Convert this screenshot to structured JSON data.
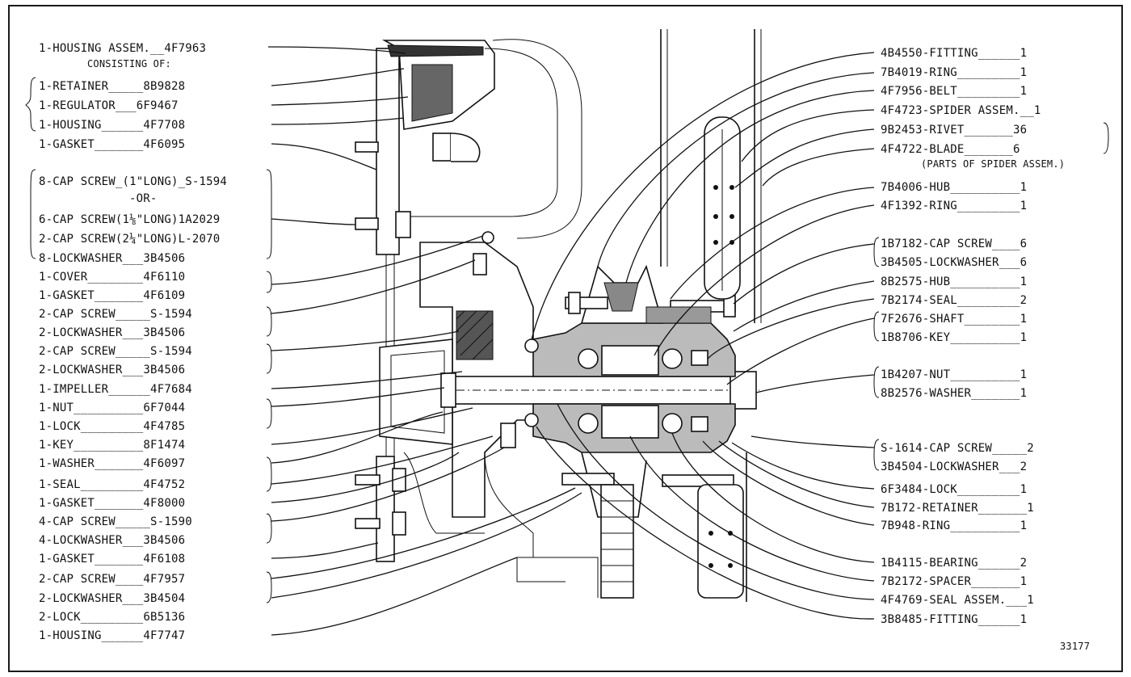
{
  "left_labels": [
    {
      "id": "l1",
      "text": "1-HOUSING ASSEM.__4F7963"
    },
    {
      "id": "l2",
      "text": "CONSISTING OF:"
    },
    {
      "id": "l3",
      "text": "1-RETAINER_____8B9828"
    },
    {
      "id": "l4",
      "text": "1-REGULATOR___6F9467"
    },
    {
      "id": "l5",
      "text": "1-HOUSING______4F7708"
    },
    {
      "id": "l6",
      "text": "1-GASKET_______4F6095"
    },
    {
      "id": "l7",
      "text": "8-CAP SCREW_(1\"LONG)_S-1594"
    },
    {
      "id": "l8",
      "text": "-OR-"
    },
    {
      "id": "l9",
      "text": "6-CAP SCREW(1⅛\"LONG)1A2029"
    },
    {
      "id": "l10",
      "text": "2-CAP SCREW(2¼\"LONG)L-2070"
    },
    {
      "id": "l11",
      "text": "8-LOCKWASHER___3B4506"
    },
    {
      "id": "l12",
      "text": "1-COVER________4F6110"
    },
    {
      "id": "l13",
      "text": "1-GASKET_______4F6109"
    },
    {
      "id": "l14",
      "text": "2-CAP SCREW_____S-1594"
    },
    {
      "id": "l15",
      "text": "2-LOCKWASHER___3B4506"
    },
    {
      "id": "l16",
      "text": "2-CAP SCREW_____S-1594"
    },
    {
      "id": "l17",
      "text": "2-LOCKWASHER___3B4506"
    },
    {
      "id": "l18",
      "text": "1-IMPELLER______4F7684"
    },
    {
      "id": "l19",
      "text": "1-NUT__________6F7044"
    },
    {
      "id": "l20",
      "text": "1-LOCK_________4F4785"
    },
    {
      "id": "l21",
      "text": "1-KEY__________8F1474"
    },
    {
      "id": "l22",
      "text": "1-WASHER_______4F6097"
    },
    {
      "id": "l23",
      "text": "1-SEAL_________4F4752"
    },
    {
      "id": "l24",
      "text": "1-GASKET_______4F8000"
    },
    {
      "id": "l25",
      "text": "4-CAP SCREW_____S-1590"
    },
    {
      "id": "l26",
      "text": "4-LOCKWASHER___3B4506"
    },
    {
      "id": "l27",
      "text": "1-GASKET_______4F6108"
    },
    {
      "id": "l28",
      "text": "2-CAP SCREW____4F7957"
    },
    {
      "id": "l29",
      "text": "2-LOCKWASHER___3B4504"
    },
    {
      "id": "l30",
      "text": "2-LOCK_________6B5136"
    },
    {
      "id": "l31",
      "text": "1-HOUSING______4F7747"
    }
  ],
  "right_labels": [
    {
      "id": "r1",
      "text": "4B4550-FITTING______1"
    },
    {
      "id": "r2",
      "text": "7B4019-RING_________1"
    },
    {
      "id": "r3",
      "text": "4F7956-BELT_________1"
    },
    {
      "id": "r4",
      "text": "4F4723-SPIDER ASSEM.__1"
    },
    {
      "id": "r5",
      "text": "9B2453-RIVET_______36"
    },
    {
      "id": "r6",
      "text": "4F4722-BLADE_______6"
    },
    {
      "id": "r7",
      "text": "(PARTS OF SPIDER ASSEM.)"
    },
    {
      "id": "r8",
      "text": "7B4006-HUB__________1"
    },
    {
      "id": "r9",
      "text": "4F1392-RING_________1"
    },
    {
      "id": "r10",
      "text": "1B7182-CAP SCREW____6"
    },
    {
      "id": "r11",
      "text": "3B4505-LOCKWASHER___6"
    },
    {
      "id": "r12",
      "text": "8B2575-HUB__________1"
    },
    {
      "id": "r13",
      "text": "7B2174-SEAL_________2"
    },
    {
      "id": "r14",
      "text": "7F2676-SHAFT________1"
    },
    {
      "id": "r15",
      "text": "1B8706-KEY__________1"
    },
    {
      "id": "r16",
      "text": "1B4207-NUT__________1"
    },
    {
      "id": "r17",
      "text": "8B2576-WASHER_______1"
    },
    {
      "id": "r18",
      "text": "S-1614-CAP SCREW_____2"
    },
    {
      "id": "r19",
      "text": "3B4504-LOCKWASHER___2"
    },
    {
      "id": "r20",
      "text": "6F3484-LOCK_________1"
    },
    {
      "id": "r21",
      "text": "7B172-RETAINER_______1"
    },
    {
      "id": "r22",
      "text": "7B948-RING__________1"
    },
    {
      "id": "r23",
      "text": "1B4115-BEARING______2"
    },
    {
      "id": "r24",
      "text": "7B2172-SPACER_______1"
    },
    {
      "id": "r25",
      "text": "4F4769-SEAL ASSEM.___1"
    },
    {
      "id": "r26",
      "text": "3B8485-FITTING______1"
    }
  ],
  "figure_number": "33177"
}
